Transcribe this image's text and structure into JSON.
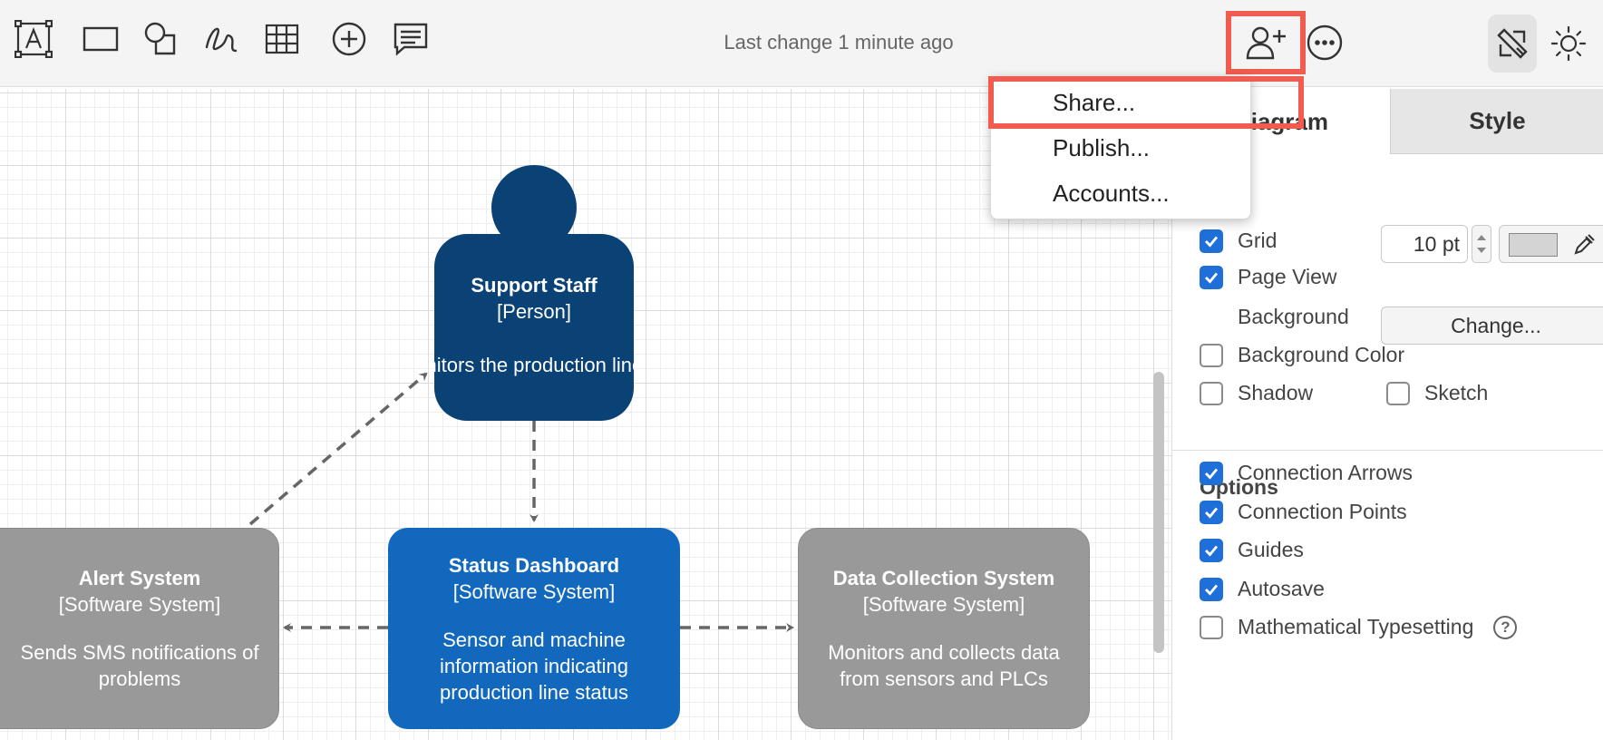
{
  "toolbar": {
    "tools": [
      {
        "name": "text-tool-icon"
      },
      {
        "name": "rectangle-tool-icon"
      },
      {
        "name": "shapes-tool-icon"
      },
      {
        "name": "freehand-tool-icon"
      },
      {
        "name": "table-tool-icon"
      },
      {
        "name": "insert-plus-icon"
      },
      {
        "name": "comment-tool-icon"
      }
    ],
    "last_change": "Last change 1 minute ago",
    "share_icon": "add-person-icon",
    "more_icon": "more-options-icon",
    "format_icon": "format-panel-icon",
    "theme_icon": "sun-icon"
  },
  "menu": {
    "items": [
      "Share...",
      "Publish...",
      "Accounts..."
    ]
  },
  "diagram": {
    "person": {
      "title": "Support Staff",
      "type": "[Person]",
      "desc": "Monitors the production line"
    },
    "alert": {
      "title": "Alert System",
      "type": "[Software System]",
      "desc": "Sends SMS notifications of problems"
    },
    "dashboard": {
      "title": "Status Dashboard",
      "type": "[Software System]",
      "desc": "Sensor and machine information indicating production line status"
    },
    "collect": {
      "title": "Data Collection System",
      "type": "[Software System]",
      "desc": "Monitors and collects data from sensors and PLCs"
    }
  },
  "panel": {
    "tabs": [
      "Diagram",
      "Style"
    ],
    "grid": {
      "label": "Grid",
      "checked": true,
      "value": "10 pt"
    },
    "page_view": {
      "label": "Page View",
      "checked": true
    },
    "background": {
      "label": "Background",
      "button": "Change..."
    },
    "background_color": {
      "label": "Background Color",
      "checked": false
    },
    "shadow": {
      "label": "Shadow",
      "checked": false
    },
    "sketch": {
      "label": "Sketch",
      "checked": false
    },
    "options_title": "Options",
    "options": [
      {
        "label": "Connection Arrows",
        "checked": true
      },
      {
        "label": "Connection Points",
        "checked": true
      },
      {
        "label": "Guides",
        "checked": true
      },
      {
        "label": "Autosave",
        "checked": true
      },
      {
        "label": "Mathematical Typesetting",
        "checked": false
      }
    ]
  },
  "colors": {
    "accent": "#1f6fd9",
    "highlight": "#f05c4f",
    "person": "#0b4276",
    "system": "#1168bd",
    "external": "#999999"
  }
}
